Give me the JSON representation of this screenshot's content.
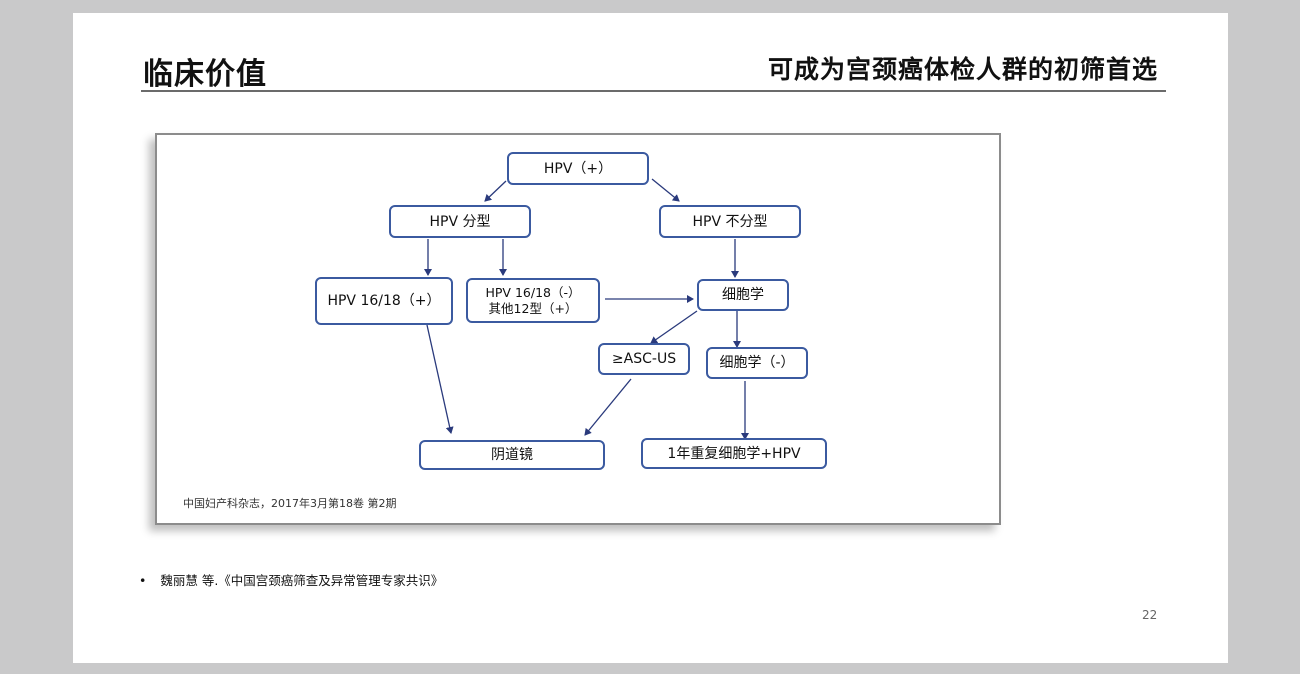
{
  "header": {
    "title": "临床价值",
    "subtitle": "可成为宫颈癌体检人群的初筛首选"
  },
  "flowchart": {
    "nodes": {
      "hpv_pos": "HPV（+）",
      "hpv_typed": "HPV 分型",
      "hpv_untyped": "HPV 不分型",
      "hpv1618_pos": "HPV 16/18（+）",
      "hpv1618_neg_line1": "HPV 16/18（-）",
      "hpv1618_neg_line2": "其他12型（+）",
      "cytology": "细胞学",
      "ascus": "≥ASC-US",
      "cytology_neg": "细胞学（-）",
      "colposcopy": "阴道镜",
      "repeat": "1年重复细胞学+HPV"
    },
    "source": "中国妇产科杂志，2017年3月第18卷 第2期",
    "edge_color": "#2a3a7c",
    "node_border_color": "#3b5aa0"
  },
  "reference": {
    "bullet": "•",
    "text": "魏丽慧 等.《中国宫颈癌筛查及异常管理专家共识》"
  },
  "page_number": "22"
}
